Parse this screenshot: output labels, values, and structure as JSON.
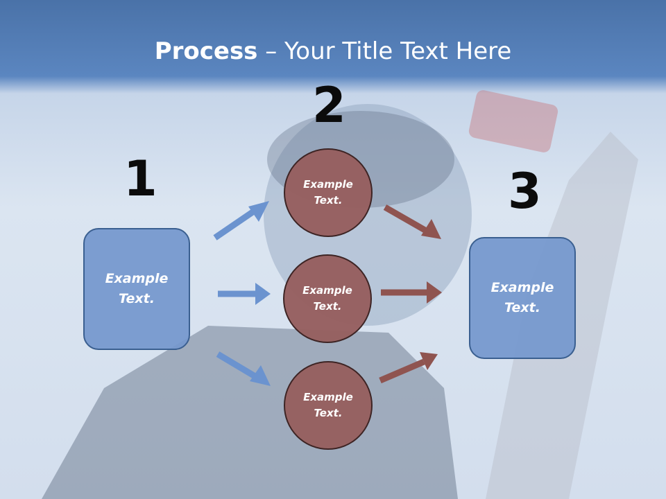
{
  "title": {
    "bold": "Process",
    "rest": " – Your Title Text Here"
  },
  "steps": {
    "one": "1",
    "two": "2",
    "three": "3"
  },
  "left_box": {
    "line1": "Example",
    "line2": "Text."
  },
  "right_box": {
    "line1": "Example",
    "line2": "Text."
  },
  "circles": [
    {
      "line1": "Example",
      "line2": "Text."
    },
    {
      "line1": "Example",
      "line2": "Text."
    },
    {
      "line1": "Example",
      "line2": "Text."
    }
  ],
  "colors": {
    "header": "#5b86c0",
    "box_fill": "#7497cd",
    "circle_fill": "#965f5f",
    "arrow_blue": "#6b93cf",
    "arrow_red": "#8f5450"
  }
}
